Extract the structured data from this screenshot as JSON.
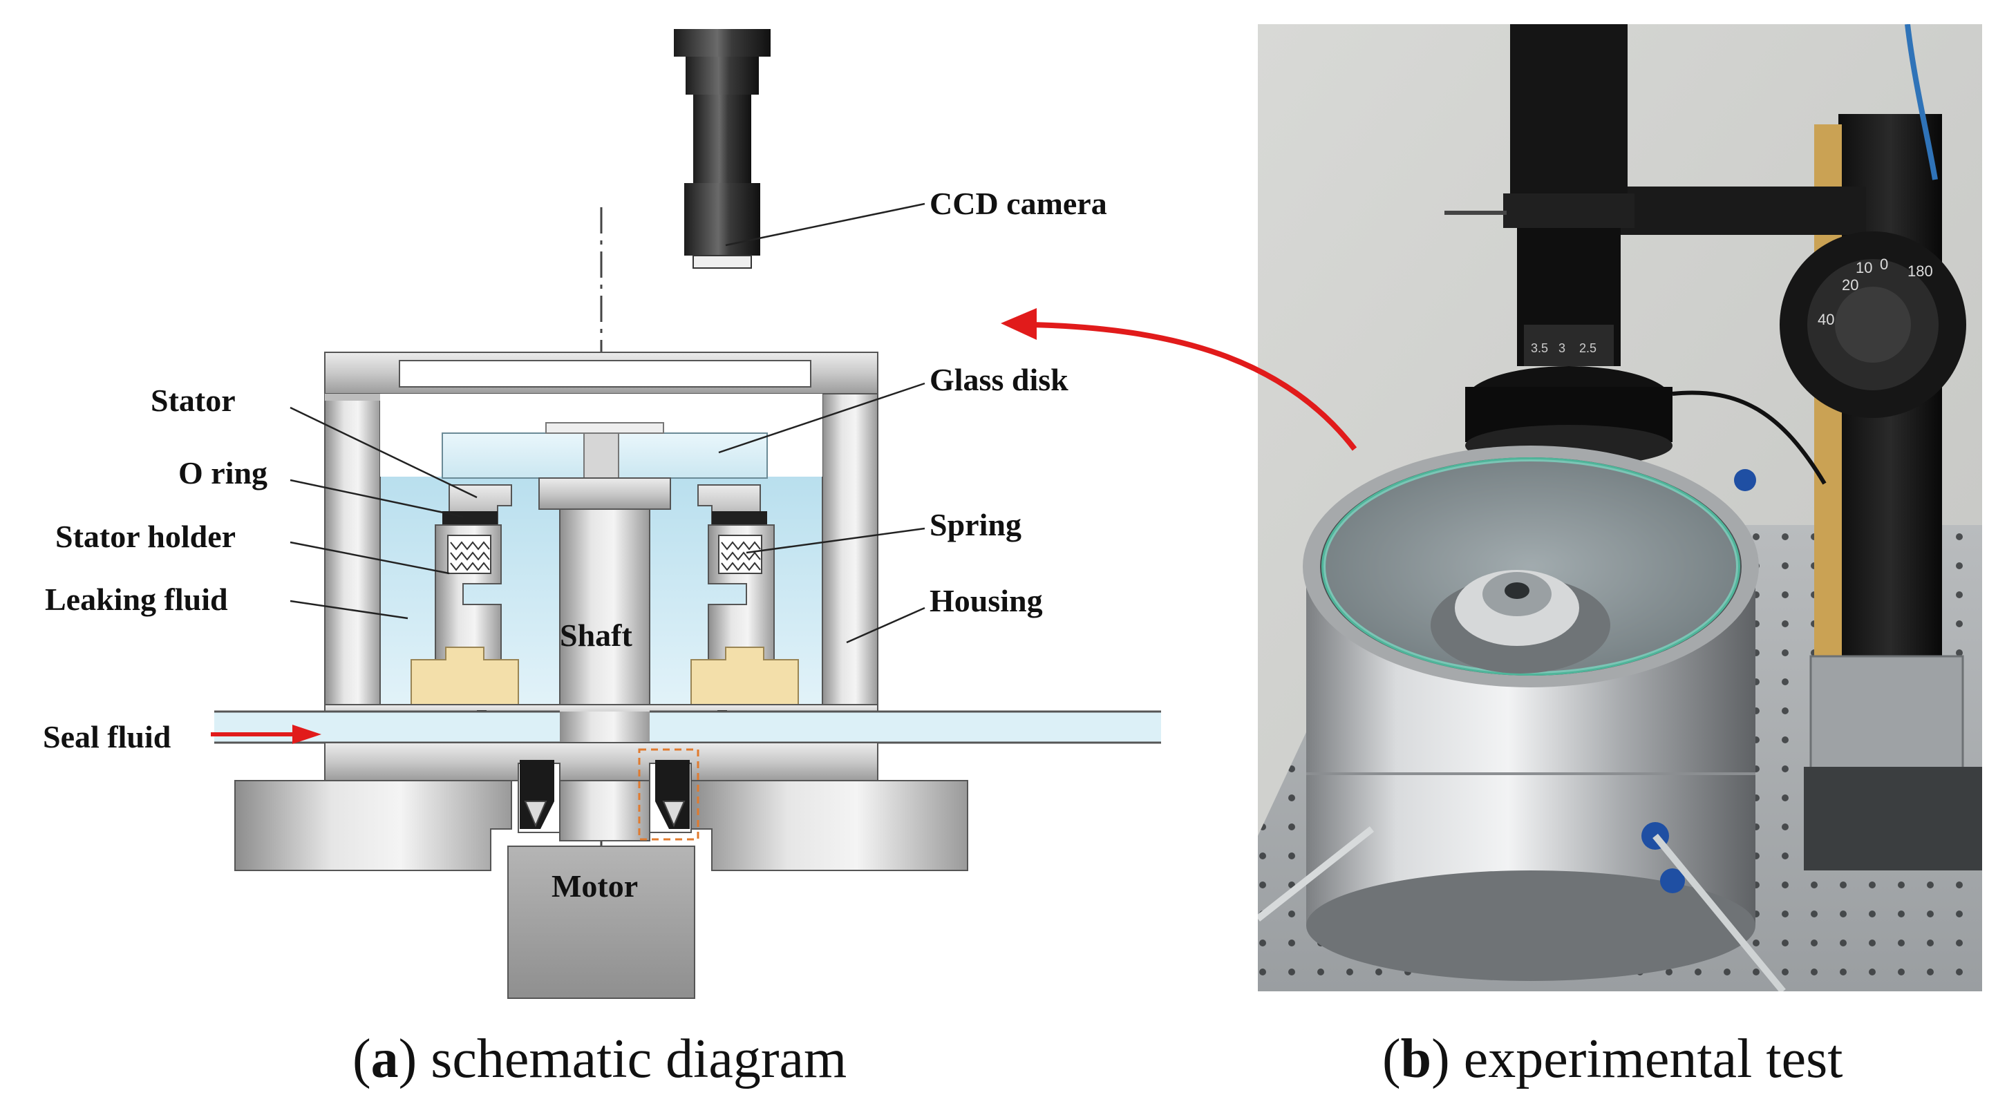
{
  "labels": {
    "ccd_camera": "CCD camera",
    "glass_disk": "Glass disk",
    "stator": "Stator",
    "o_ring": "O ring",
    "stator_holder": "Stator holder",
    "leaking_fluid": "Leaking fluid",
    "spring": "Spring",
    "housing": "Housing",
    "shaft": "Shaft",
    "seal_fluid": "Seal fluid",
    "motor": "Motor"
  },
  "captions": {
    "a_letter": "a",
    "a_text": "schematic diagram",
    "b_letter": "b",
    "b_text": "experimental test"
  },
  "photo_marks": {
    "dial_numbers": [
      "20",
      "10",
      "0",
      "180",
      "40"
    ],
    "lens_scale": [
      "3.5",
      "3",
      "2.5"
    ]
  },
  "colors": {
    "fluid": "#cfe9f2",
    "metal": "#c8c8c8",
    "accent_red": "#e11b1b",
    "yellow_part": "#f3dfaa"
  }
}
